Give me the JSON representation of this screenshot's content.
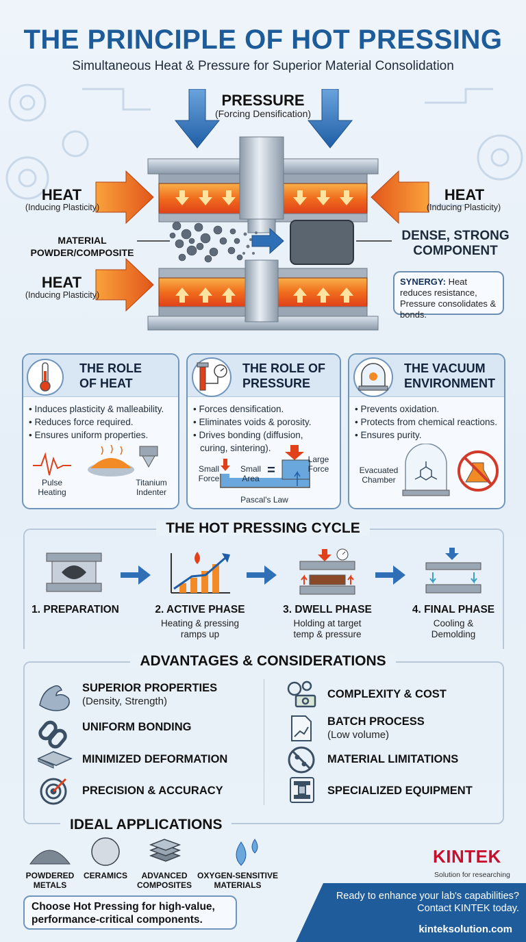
{
  "header": {
    "title": "THE PRINCIPLE OF HOT PRESSING",
    "subtitle": "Simultaneous Heat & Pressure for Superior Material Consolidation"
  },
  "diagram": {
    "pressure_label": "PRESSURE",
    "pressure_sub": "(Forcing Densification)",
    "heat_label": "HEAT",
    "heat_sub": "(Inducing Plasticity)",
    "material_line1": "MATERIAL",
    "material_line2": "POWDER/COMPOSITE",
    "dense_line1": "DENSE, STRONG",
    "dense_line2": "COMPONENT",
    "synergy_bold": "SYNERGY:",
    "synergy_text": "Heat reduces resistance, Pressure consolidates & bonds."
  },
  "roles": {
    "heat": {
      "title_line1": "THE ROLE",
      "title_line2": "OF HEAT",
      "bullets": [
        "• Induces plasticity & malleability.",
        "• Reduces force required.",
        "• Ensures uniform properties."
      ],
      "pulse_line1": "Pulse",
      "pulse_line2": "Heating",
      "indenter_line1": "Titanium",
      "indenter_line2": "Indenter"
    },
    "pressure": {
      "title_line1": "THE ROLE OF",
      "title_line2": "PRESSURE",
      "bullets": [
        "• Forces densification.",
        "• Eliminates voids & porosity.",
        "• Drives bonding (diffusion,",
        "curing, sintering)."
      ],
      "small_force_line1": "Small",
      "small_force_line2": "Force",
      "small_area_line1": "Small",
      "small_area_line2": "Area",
      "equals": "=",
      "large_force_line1": "Large",
      "large_force_line2": "Force",
      "law": "Pascal's Law"
    },
    "vacuum": {
      "title_line1": "THE VACUUM",
      "title_line2": "ENVIRONMENT",
      "bullets": [
        "• Prevents oxidation.",
        "• Protects from chemical reactions.",
        "• Ensures purity."
      ],
      "chamber_line1": "Evacuated",
      "chamber_line2": "Chamber"
    }
  },
  "cycle": {
    "title": "THE HOT PRESSING CYCLE",
    "steps": [
      {
        "label": "1. PREPARATION",
        "sub1": "",
        "sub2": ""
      },
      {
        "label": "2. ACTIVE PHASE",
        "sub1": "Heating & pressing",
        "sub2": "ramps up"
      },
      {
        "label": "3. DWELL PHASE",
        "sub1": "Holding at target",
        "sub2": "temp & pressure"
      },
      {
        "label": "4. FINAL PHASE",
        "sub1": "Cooling &",
        "sub2": "Demolding"
      }
    ]
  },
  "advantages": {
    "title": "ADVANTAGES & CONSIDERATIONS",
    "pros": [
      {
        "label": "SUPERIOR PROPERTIES",
        "sub": "(Density, Strength)",
        "icon": "muscle-arm-icon"
      },
      {
        "label": "UNIFORM BONDING",
        "sub": "",
        "icon": "chain-link-icon"
      },
      {
        "label": "MINIMIZED DEFORMATION",
        "sub": "",
        "icon": "flat-plate-icon"
      },
      {
        "label": "PRECISION & ACCURACY",
        "sub": "",
        "icon": "target-icon"
      }
    ],
    "cons": [
      {
        "label": "COMPLEXITY & COST",
        "sub": "",
        "icon": "gears-money-icon"
      },
      {
        "label": "BATCH PROCESS",
        "sub": "(Low volume)",
        "icon": "document-chart-icon"
      },
      {
        "label": "MATERIAL LIMITATIONS",
        "sub": "",
        "icon": "prohibited-icon"
      },
      {
        "label": "SPECIALIZED EQUIPMENT",
        "sub": "",
        "icon": "machine-icon"
      }
    ]
  },
  "applications": {
    "title": "IDEAL APPLICATIONS",
    "items": [
      {
        "line1": "POWDERED",
        "line2": "METALS",
        "icon": "powder-pile-icon"
      },
      {
        "line1": "CERAMICS",
        "line2": "",
        "icon": "ceramic-sphere-icon"
      },
      {
        "line1": "ADVANCED",
        "line2": "COMPOSITES",
        "icon": "layered-stack-icon"
      },
      {
        "line1": "OXYGEN-SENSITIVE",
        "line2": "MATERIALS",
        "icon": "droplets-icon"
      }
    ],
    "cta_line1": "Choose Hot Pressing for high-value,",
    "cta_line2": "performance-critical components."
  },
  "brand": {
    "logo": "KINTEK",
    "tagline": "Solution for researching",
    "footer_line1": "Ready to enhance your lab's capabilities?",
    "footer_line2": "Contact KINTEK today.",
    "url": "kinteksolution.com"
  },
  "colors": {
    "title_blue": "#1d5b99",
    "arrow_blue": "#2f6fb5",
    "heat_orange": "#f07a1e",
    "logo_red": "#c8102e",
    "footer_blue": "#1f5c9c"
  }
}
